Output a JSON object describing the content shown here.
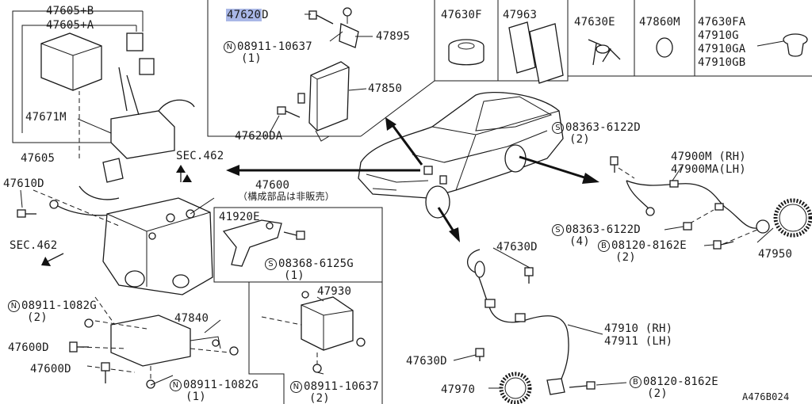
{
  "diagram_code": "A476B024",
  "legend_symbols": {
    "N": "N",
    "S": "S",
    "B": "B"
  },
  "labels": {
    "p47605B": "47605+B",
    "p47605A": "47605+A",
    "p47671M": "47671M",
    "p47605": "47605",
    "p47610D": "47610D",
    "sec462a": "SEC.462",
    "sec462b": "SEC.462",
    "p47600": "47600",
    "p47600note": "（構成部品は非販売）",
    "p08911_1082G_top": "08911-1082G",
    "p08911_1082G_top_qty": "(2)",
    "p47600D_a": "47600D",
    "p47600D_b": "47600D",
    "p47840": "47840",
    "p08911_1082G_bot": "08911-1082G",
    "p08911_1082G_bot_qty": "(1)",
    "p47620D_num": "47620",
    "p47620D_suffix": "D",
    "p08911_10637_top": "08911-10637",
    "p08911_10637_top_qty": "(1)",
    "p47895": "47895",
    "p47850": "47850",
    "p47620DA": "47620DA",
    "p41920E": "41920E",
    "p08368_6125G": "08368-6125G",
    "p08368_6125G_qty": "(1)",
    "p47930": "47930",
    "p08911_10637_bot": "08911-10637",
    "p08911_10637_bot_qty": "(2)",
    "p47630F": "47630F",
    "p47963": "47963",
    "p47630E": "47630E",
    "p47860M": "47860M",
    "p47630FA": "47630FA",
    "p47910G": "47910G",
    "p47910GA": "47910GA",
    "p47910GB": "47910GB",
    "p08363_6122D_top": "08363-6122D",
    "p08363_6122D_top_qty": "(2)",
    "p47900M": "47900M (RH)",
    "p47900MA": "47900MA(LH)",
    "p08363_6122D_mid": "08363-6122D",
    "p08363_6122D_mid_qty": "(4)",
    "p08120_8162E_top": "08120-8162E",
    "p08120_8162E_top_qty": "(2)",
    "p47950": "47950",
    "p47630D_a": "47630D",
    "p47630D_b": "47630D",
    "p47910": "47910 (RH)",
    "p47911": "47911 (LH)",
    "p47970": "47970",
    "p08120_8162E_bot": "08120-8162E",
    "p08120_8162E_bot_qty": "(2)"
  }
}
